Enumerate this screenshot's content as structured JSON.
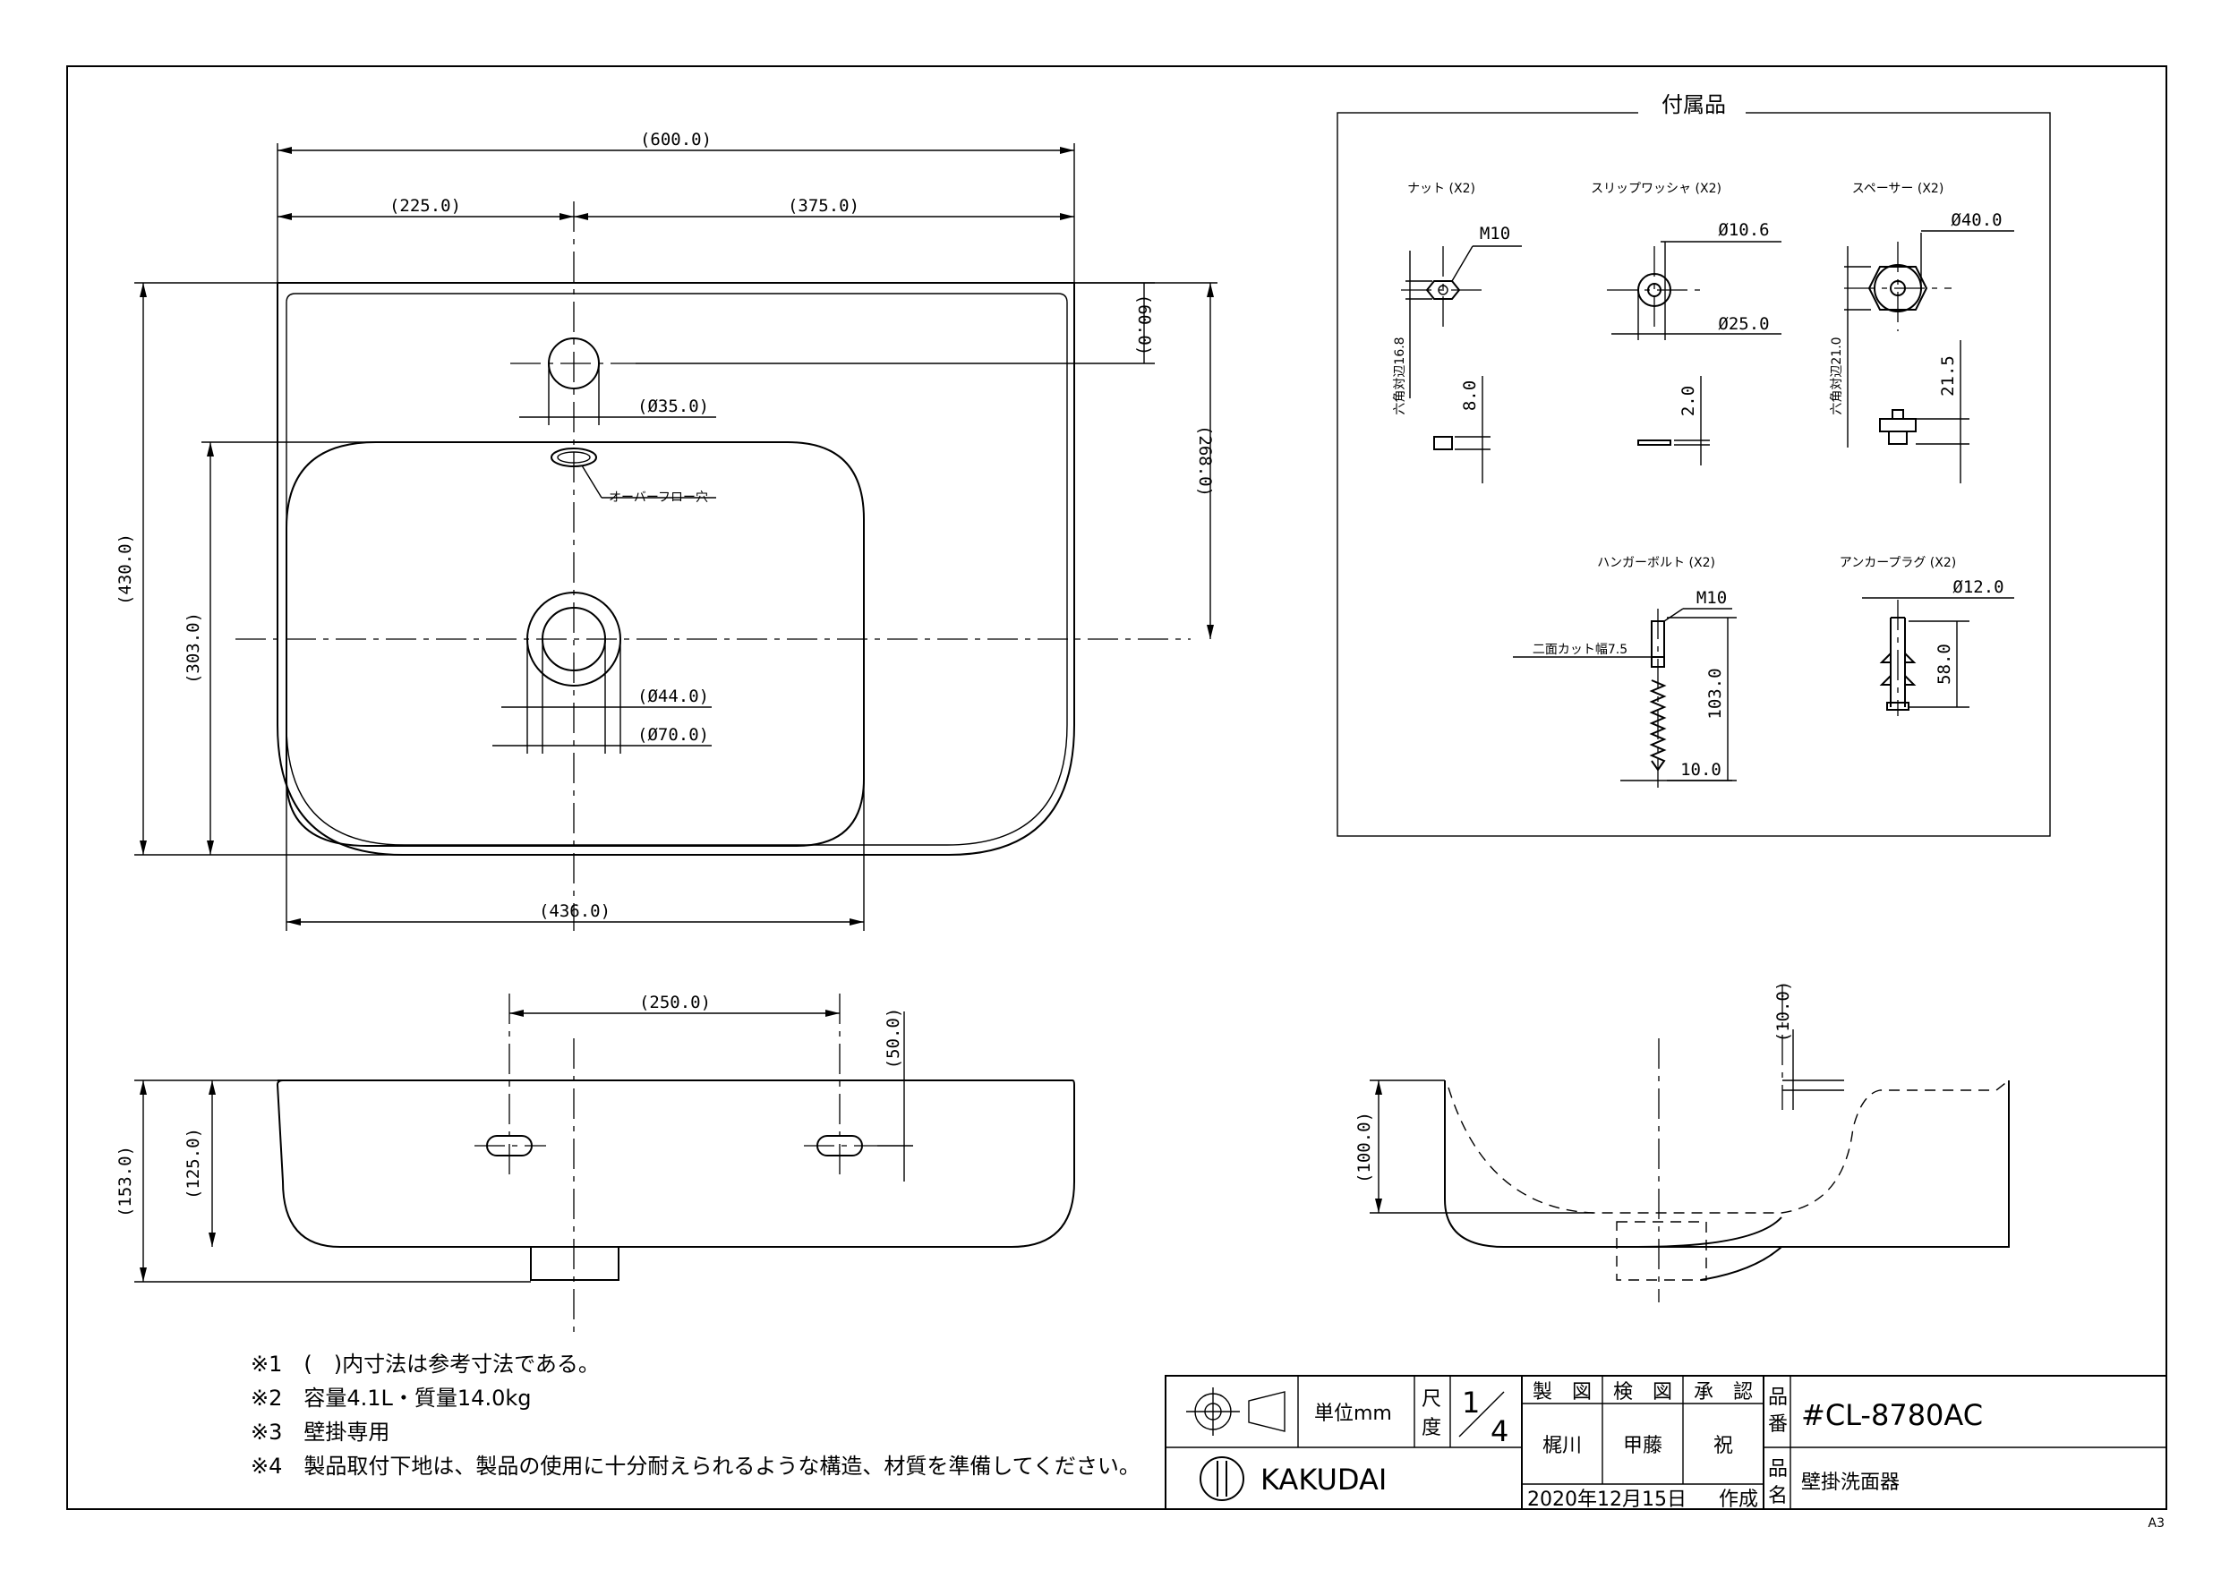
{
  "drawing": {
    "main_view": {
      "width_overall": "(600.0)",
      "width_left": "(225.0)",
      "width_right": "(375.0)",
      "faucet_offset": "(60.0)",
      "drain_offset": "(268.0)",
      "depth_overall": "(430.0)",
      "bowl_depth": "(303.0)",
      "faucet_hole": "(Ø35.0)",
      "drain_inner": "(Ø44.0)",
      "drain_outer": "(Ø70.0)",
      "bowl_width": "(436.0)",
      "overflow_label": "オーバーフロー穴"
    },
    "front_view": {
      "hole_spacing": "(250.0)",
      "hole_height": "(50.0)",
      "height_total": "(153.0)",
      "height_body": "(125.0)"
    },
    "side_view": {
      "top_offset": "(10.0)",
      "height": "(100.0)"
    },
    "accessories": {
      "title": "付属品",
      "nut": {
        "label": "ナット (X2)",
        "thread": "M10",
        "hex": "六角対辺16.8",
        "thick": "8.0"
      },
      "washer": {
        "label": "スリップワッシャ (X2)",
        "inner": "Ø10.6",
        "outer": "Ø25.0",
        "thick": "2.0"
      },
      "spacer": {
        "label": "スペーサー (X2)",
        "dia": "Ø40.0",
        "hex": "六角対辺21.0",
        "height": "21.5"
      },
      "bolt": {
        "label": "ハンガーボルト (X2)",
        "thread": "M10",
        "cut": "二面カット幅7.5",
        "length": "103.0",
        "dia": "10.0"
      },
      "plug": {
        "label": "アンカープラグ (X2)",
        "dia": "Ø12.0",
        "length": "58.0"
      }
    }
  },
  "notes": [
    "※1　(　)内寸法は参考寸法である。",
    "※2　容量4.1L・質量14.0kg",
    "※3　壁掛専用",
    "※4　製品取付下地は、製品の使用に十分耐えられるような構造、材質を準備してください。"
  ],
  "title_block": {
    "unit_label": "単位mm",
    "scale_label_1": "尺",
    "scale_label_2": "度",
    "scale_num": "1",
    "scale_den": "4",
    "drawn_label": "製　図",
    "checked_label": "検　図",
    "approved_label": "承　認",
    "drawn_by": "梶川",
    "checked_by": "甲藤",
    "approved_by": "祝",
    "part_no_label_1": "品",
    "part_no_label_2": "番",
    "part_no": "#CL-8780AC",
    "name_label_1": "品",
    "name_label_2": "名",
    "part_name": "壁掛洗面器",
    "brand": "KAKUDAI",
    "date": "2020年12月15日",
    "date_suffix": "作成"
  },
  "sheet_size": "A3"
}
